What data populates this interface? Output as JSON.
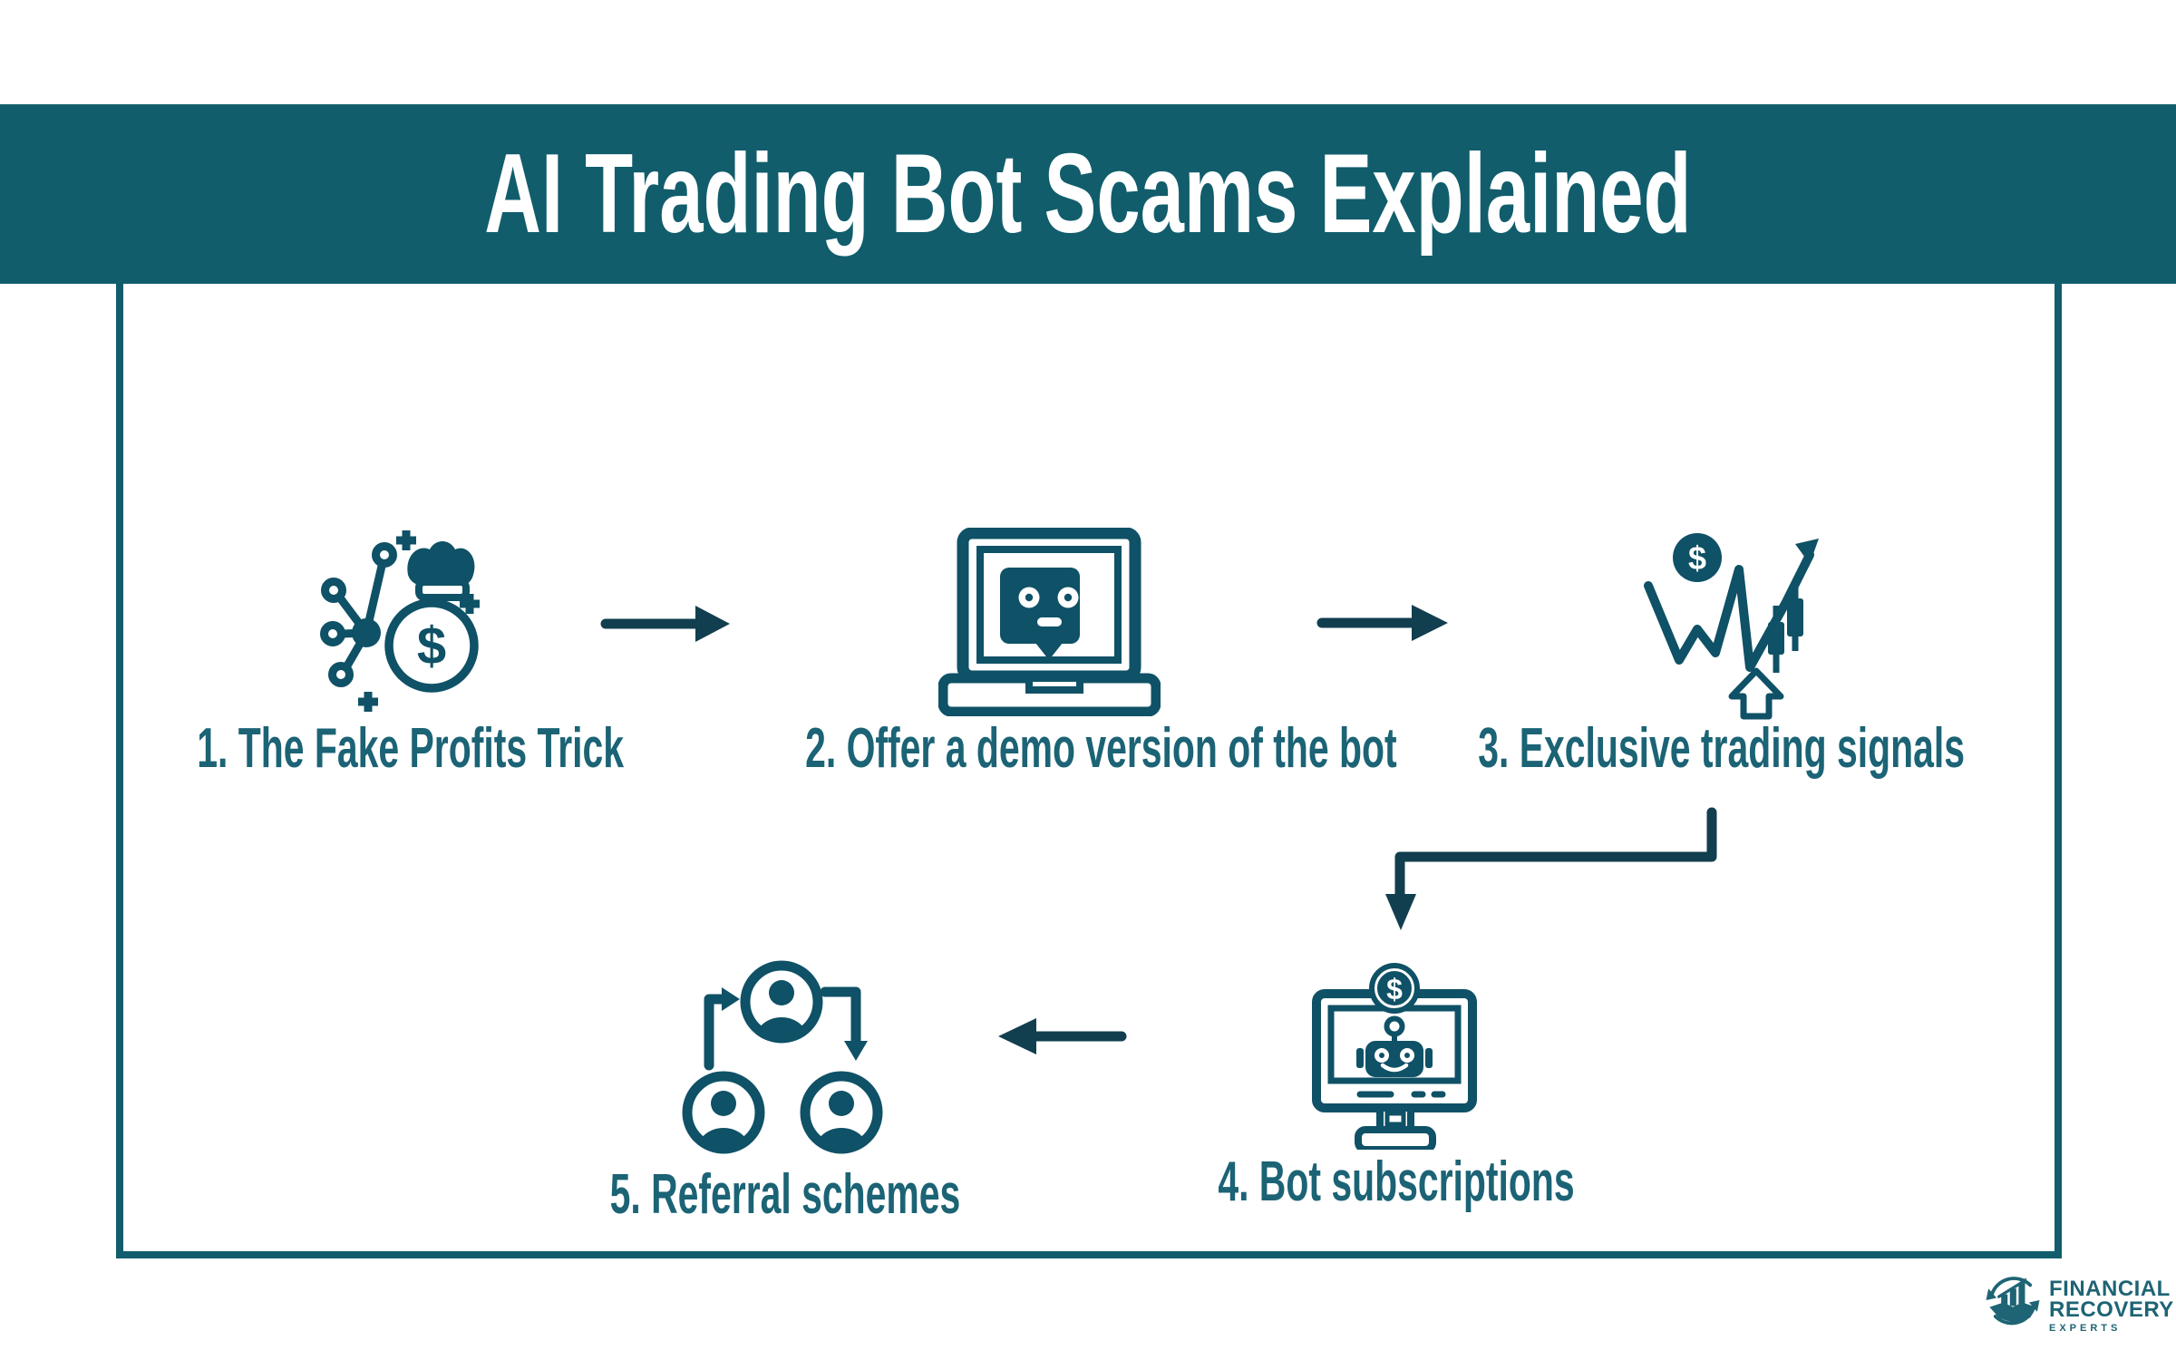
{
  "title": {
    "text": "AI Trading Bot Scams Explained"
  },
  "steps": [
    {
      "label": "1. The Fake Profits Trick",
      "icon": "money-bag-network-icon"
    },
    {
      "label": "2. Offer a demo version of the bot",
      "icon": "laptop-bot-icon"
    },
    {
      "label": "3. Exclusive trading signals",
      "icon": "trading-chart-signals-icon"
    },
    {
      "label": "4. Bot subscriptions",
      "icon": "monitor-bot-icon"
    },
    {
      "label": "5. Referral schemes",
      "icon": "referral-people-icon"
    }
  ],
  "icon_symbols": {
    "dollar": "$"
  },
  "logo": {
    "line1": "FINANCIAL",
    "line2": "RECOVERY",
    "tagline": "EXPERTS"
  },
  "colors": {
    "banner": "#115d6c",
    "frame_border": "#115d6c",
    "icon": "#0f5166",
    "label": "#1b6375",
    "flow_arrow": "#123f4f",
    "title_text": "#ffffff",
    "background": "#ffffff"
  }
}
